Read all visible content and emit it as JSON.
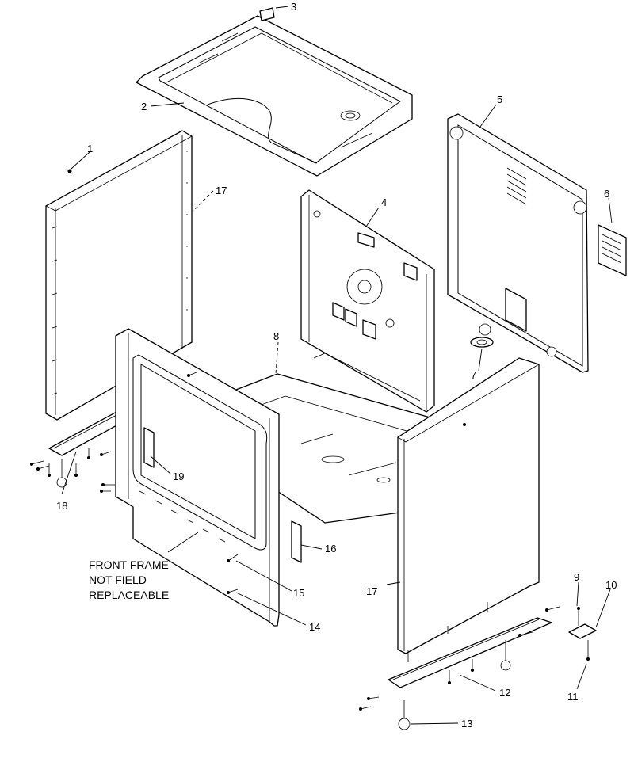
{
  "callouts": {
    "p1": "1",
    "p2": "2",
    "p3": "3",
    "p4": "4",
    "p5": "5",
    "p6": "6",
    "p7": "7",
    "p8": "8",
    "p9": "9",
    "p10": "10",
    "p11": "11",
    "p12": "12",
    "p13": "13",
    "p14": "14",
    "p15": "15",
    "p16": "16",
    "p17_left": "17",
    "p17_right": "17",
    "p18": "18",
    "p19": "19"
  },
  "note": {
    "line1": "FRONT FRAME",
    "line2": "NOT FIELD",
    "line3": "REPLACEABLE"
  }
}
